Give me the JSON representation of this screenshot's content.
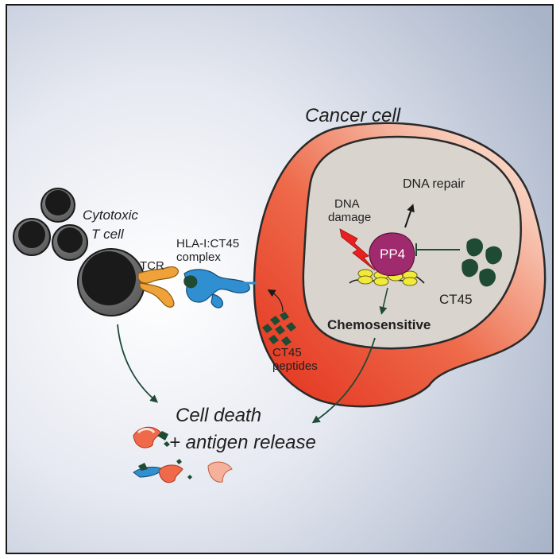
{
  "labels": {
    "cancer_cell": "Cancer cell",
    "cytotoxic_line1": "Cytotoxic",
    "cytotoxic_line2": "T cell",
    "tcr": "TCR",
    "hla_line1": "HLA-I:CT45",
    "hla_line2": "complex",
    "dna_damage_line1": "DNA",
    "dna_damage_line2": "damage",
    "dna_repair": "DNA repair",
    "pp4": "PP4",
    "ct45": "CT45",
    "ct45_peptides_line1": "CT45",
    "ct45_peptides_line2": "peptides",
    "chemosensitive": "Chemosensitive",
    "cell_death_line1": "Cell death",
    "cell_death_line2": "+ antigen release"
  },
  "colors": {
    "cancer_red": "#e8391f",
    "nucleus_fill": "#d9d4ce",
    "ct45_green": "#1f4a33",
    "pp4_purple": "#a02a6e",
    "hla_blue": "#2f8fd0",
    "tcr_orange": "#f0a23a",
    "dna_yellow": "#f2ea3a",
    "lightning_red": "#e82020",
    "tcell_black": "#1a1a1a"
  },
  "icons": [
    "lightning-icon",
    "ct45-protein-icon",
    "pp4-protein-icon",
    "nucleosome-icon"
  ]
}
